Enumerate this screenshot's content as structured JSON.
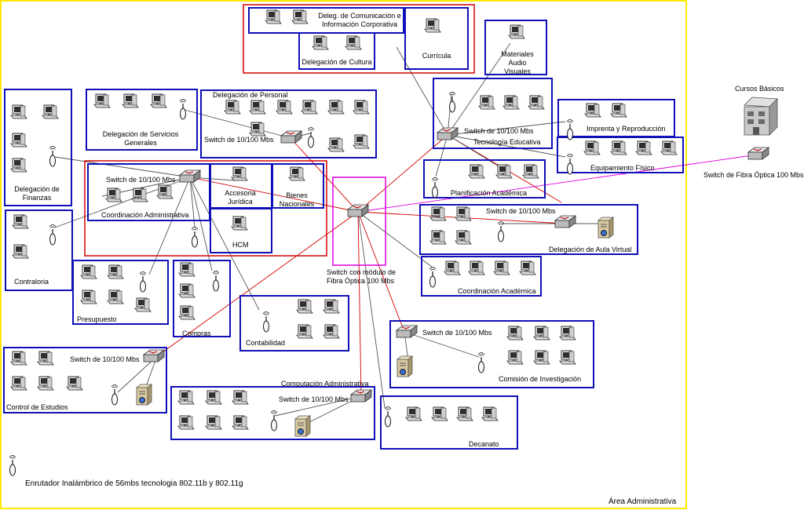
{
  "legend": {
    "router_text": "Enrutador Inalámbrico de 56mbs tecnologia 802.11b y 802.11g"
  },
  "area_label": "Área Administrativa",
  "central_switch_label": "Switch con módulo de Fibra Óptica 100 Mbs",
  "external": {
    "building_label": "Cursos Básicos",
    "switch_label": "Switch de Fibra Óptica 100 Mbs"
  },
  "groups": {
    "deleg_comunicacion": "Deleg. de Comunicación e Información Corporativa",
    "deleg_cultura": "Delegación de Cultura",
    "curricula": "Currícula",
    "materiales": "Materiales Audio Visuales",
    "tecnologia_switch": "Switch de 10/100 Mbs",
    "tecnologia": "Tecnología Educativa",
    "imprenta": "Imprenta y Reproducción",
    "equipamiento": "Equipamiento Físico",
    "planificacion": "Planificación Académica",
    "aula_switch": "Switch de 10/100 Mbs",
    "aula_virtual": "Delegación de Aula Virtual",
    "coord_academica": "Coordinación Académica",
    "investigacion_switch": "Switch de 10/100 Mbs",
    "investigacion": "Comisión de Investigación",
    "decanato": "Decanato",
    "computacion": "Computación Administrativa",
    "computacion_switch": "Switch de 10/100 Mbs",
    "control_switch": "Switch de 10/100 Mbs",
    "control_estudios": "Control de Estudios",
    "contabilidad": "Contabilidad",
    "compras": "Compras",
    "presupuesto": "Presupuesto",
    "contraloria": "Contraloria",
    "finanzas": "Delegación de Finanzas",
    "servicios_generales": "Delegación de Servicios Generales",
    "personal": "Delegación de Personal",
    "personal_switch": "Switch de 10/100 Mbs",
    "coord_switch": "Switch de 10/100 Mbs",
    "coord_administrativa": "Coordinación Administrativa",
    "accesoria": "Accesoria Jurídica",
    "bienes": "Bienes Nacionales",
    "hcm": "HCM"
  }
}
